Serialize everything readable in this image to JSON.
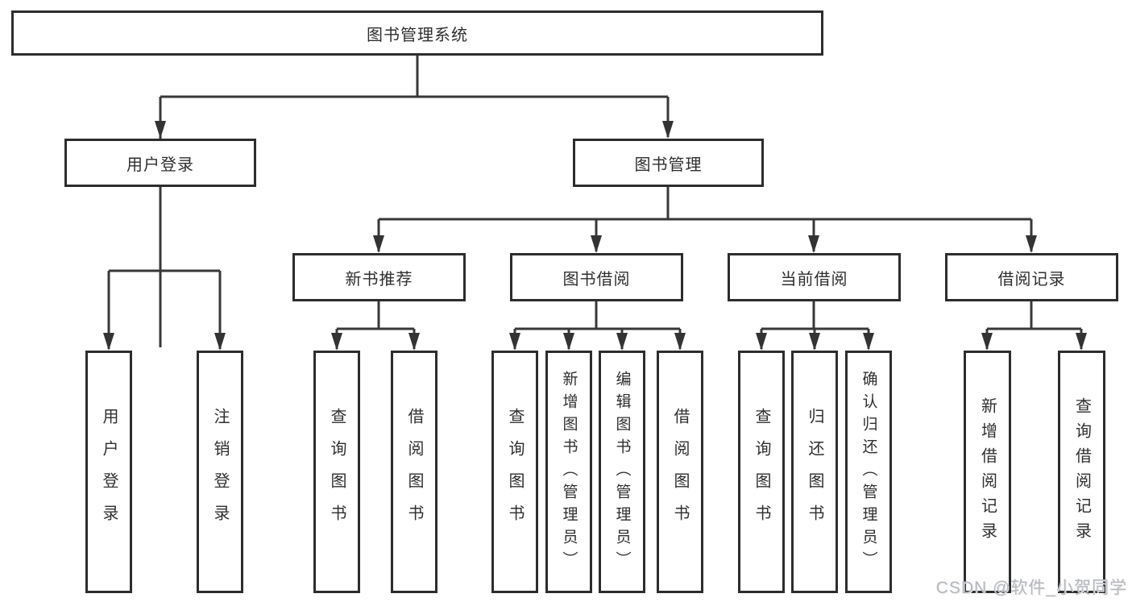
{
  "tree": {
    "label": "图书管理系统",
    "children": [
      {
        "label": "用户登录",
        "children": [
          {
            "label": "用户登录"
          },
          {
            "label": "注销登录"
          }
        ]
      },
      {
        "label": "图书管理",
        "children": [
          {
            "label": "新书推荐",
            "children": [
              {
                "label": "查询图书"
              },
              {
                "label": "借阅图书"
              }
            ]
          },
          {
            "label": "图书借阅",
            "children": [
              {
                "label": "查询图书"
              },
              {
                "label": "新增图书（管理员）"
              },
              {
                "label": "编辑图书（管理员）"
              },
              {
                "label": "借阅图书"
              }
            ]
          },
          {
            "label": "当前借阅",
            "children": [
              {
                "label": "查询图书"
              },
              {
                "label": "归还图书"
              },
              {
                "label": "确认归还（管理员）"
              }
            ]
          },
          {
            "label": "借阅记录",
            "children": [
              {
                "label": "新增借阅记录"
              },
              {
                "label": "查询借阅记录"
              }
            ]
          }
        ]
      }
    ]
  },
  "watermark": "CSDN @软件_小贺同学",
  "colors": {
    "line": "#383838",
    "box_border": "#2d2d2d",
    "text": "#2f2f2f",
    "background": "#ffffff",
    "watermark": "#b5b8bd"
  }
}
